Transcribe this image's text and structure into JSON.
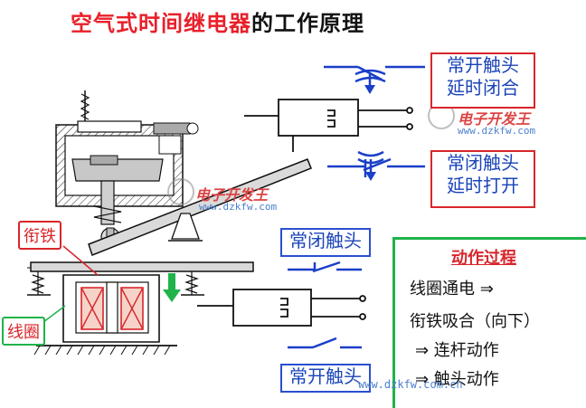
{
  "title": {
    "part1": "空气式时间继电器",
    "part2": "的工作原理"
  },
  "contacts": {
    "no_delay_close": [
      "常开触头",
      "延时闭合"
    ],
    "nc_delay_open": [
      "常闭触头",
      "延时打开"
    ],
    "nc_instant": "常闭触头",
    "no_instant": "常开触头"
  },
  "parts": {
    "armature": "衔铁",
    "coil": "线圈"
  },
  "process": {
    "title": "动作过程",
    "steps": [
      "线圈通电  ⇒",
      "衔铁吸合（向下）",
      "⇒   连杆动作",
      "⇒  触头动作"
    ]
  },
  "watermarks": {
    "logo_text": "电子开发王",
    "url": "www.dzkfw.com",
    "url2": "www.dzkfw.com.cn"
  },
  "colors": {
    "title_red": "#e8202a",
    "label_blue": "#1a44b8",
    "box_red": "#d8262b",
    "panel_green": "#1fb34a",
    "coil_red": "#d8262b"
  }
}
